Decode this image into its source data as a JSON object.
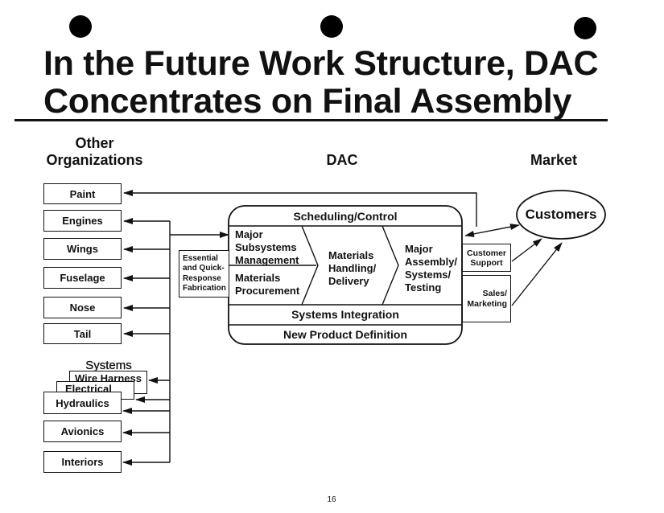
{
  "title": {
    "line1": "In the Future Work Structure, DAC",
    "line2": "Concentrates on Final Assembly"
  },
  "columns": {
    "other_line1": "Other",
    "other_line2": "Organizations",
    "dac": "DAC",
    "market": "Market"
  },
  "other_orgs": [
    "Paint",
    "Engines",
    "Wings",
    "Fuselage",
    "Nose",
    "Tail"
  ],
  "systems": {
    "label": "Systems",
    "items": [
      "Wire Harness",
      "Electrical",
      "Hydraulics"
    ]
  },
  "other_orgs_lower": [
    "Avionics",
    "Interiors"
  ],
  "essential": [
    "Essential",
    "and Quick-",
    "Response",
    "Fabrication"
  ],
  "dac_box": {
    "scheduling": "Scheduling/Control",
    "major_subsystems": [
      "Major",
      "Subsystems",
      "Management"
    ],
    "materials_procurement": [
      "Materials",
      "Procurement"
    ],
    "materials_handling": [
      "Materials",
      "Handling/",
      "Delivery"
    ],
    "major_assembly": [
      "Major",
      "Assembly/",
      "Systems/",
      "Testing"
    ],
    "systems_integration": "Systems Integration",
    "new_product": "New Product Definition"
  },
  "market": {
    "customers": "Customers",
    "customer_support": [
      "Customer",
      "Support"
    ],
    "sales": [
      "Sales/",
      "Marketing"
    ]
  },
  "page_number": "16"
}
